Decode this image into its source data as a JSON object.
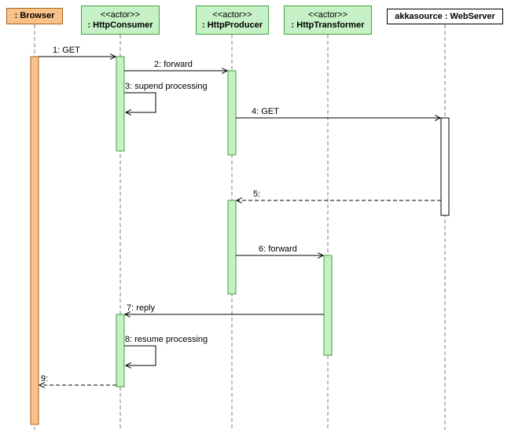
{
  "diagram": {
    "type": "uml-sequence",
    "actors": [
      {
        "stereotype": "",
        "name": ": Browser"
      },
      {
        "stereotype": "<<actor>>",
        "name": ": HttpConsumer"
      },
      {
        "stereotype": "<<actor>>",
        "name": ": HttpProducer"
      },
      {
        "stereotype": "<<actor>>",
        "name": ": HttpTransformer"
      },
      {
        "stereotype": "",
        "name": "akkasource : WebServer"
      }
    ],
    "messages": [
      {
        "label": "1: GET",
        "from": ": Browser",
        "to": ": HttpConsumer",
        "style": "solid"
      },
      {
        "label": "2: forward",
        "from": ": HttpConsumer",
        "to": ": HttpProducer",
        "style": "solid"
      },
      {
        "label": "3: supend processing",
        "from": ": HttpConsumer",
        "to": ": HttpConsumer",
        "style": "self"
      },
      {
        "label": "4: GET",
        "from": ": HttpProducer",
        "to": "akkasource : WebServer",
        "style": "solid"
      },
      {
        "label": "5:",
        "from": "akkasource : WebServer",
        "to": ": HttpProducer",
        "style": "dashed-return"
      },
      {
        "label": "6: forward",
        "from": ": HttpProducer",
        "to": ": HttpTransformer",
        "style": "solid"
      },
      {
        "label": "7: reply",
        "from": ": HttpTransformer",
        "to": ": HttpConsumer",
        "style": "solid"
      },
      {
        "label": "8: resume processing",
        "from": ": HttpConsumer",
        "to": ": HttpConsumer",
        "style": "self"
      },
      {
        "label": "9:",
        "from": ": HttpConsumer",
        "to": ": Browser",
        "style": "dashed-return"
      }
    ],
    "colors": {
      "green_fill": "#c6f1c6",
      "green_border": "#41a041",
      "orange_fill": "#fac189",
      "orange_border": "#a5671f",
      "plain_fill": "#ffffff",
      "plain_border": "#000000",
      "lifeline_color": "#7f7f7f",
      "message_color": "#000000"
    }
  }
}
